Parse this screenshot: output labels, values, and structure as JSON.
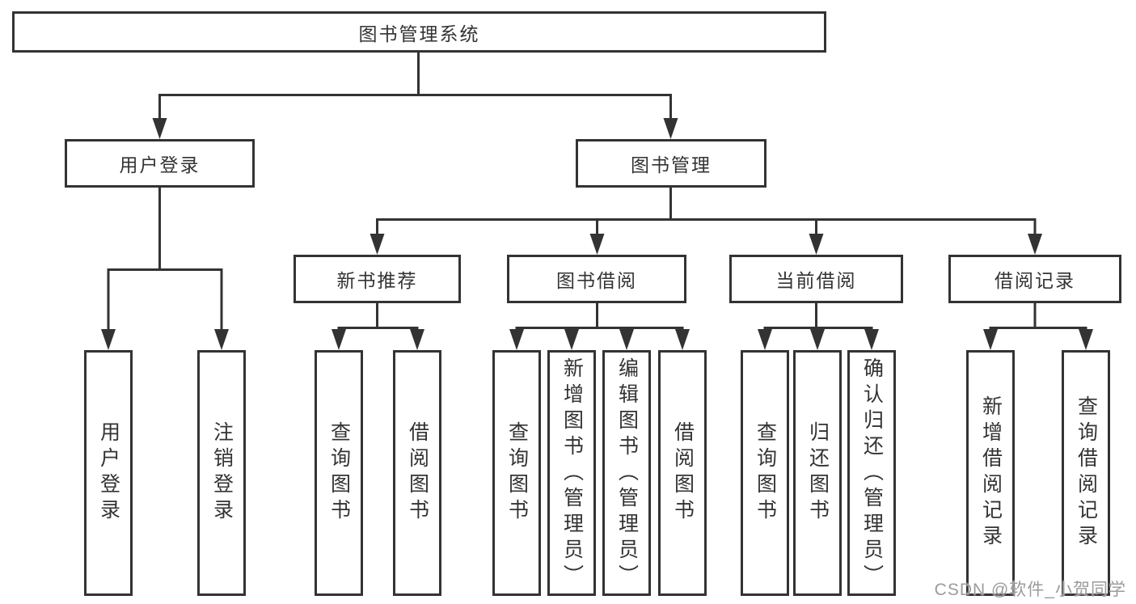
{
  "tree": {
    "label": "图书管理系统",
    "children": [
      {
        "label": "用户登录",
        "children": [
          {
            "label": "用户登录"
          },
          {
            "label": "注销登录"
          }
        ]
      },
      {
        "label": "图书管理",
        "children": [
          {
            "label": "新书推荐",
            "children": [
              {
                "label": "查询图书"
              },
              {
                "label": "借阅图书"
              }
            ]
          },
          {
            "label": "图书借阅",
            "children": [
              {
                "label": "查询图书"
              },
              {
                "label": "新增图书（管理员）"
              },
              {
                "label": "编辑图书（管理员）"
              },
              {
                "label": "借阅图书"
              }
            ]
          },
          {
            "label": "当前借阅",
            "children": [
              {
                "label": "查询图书"
              },
              {
                "label": "归还图书"
              },
              {
                "label": "确认归还（管理员）"
              }
            ]
          },
          {
            "label": "借阅记录",
            "children": [
              {
                "label": "新增借阅记录"
              },
              {
                "label": "查询借阅记录"
              }
            ]
          }
        ]
      }
    ]
  },
  "watermark": {
    "text": "CSDN @软件_小贺同学"
  },
  "colors": {
    "line": "#333333",
    "text": "#333333",
    "background": "#ffffff",
    "watermark": "#9b9b9b"
  }
}
